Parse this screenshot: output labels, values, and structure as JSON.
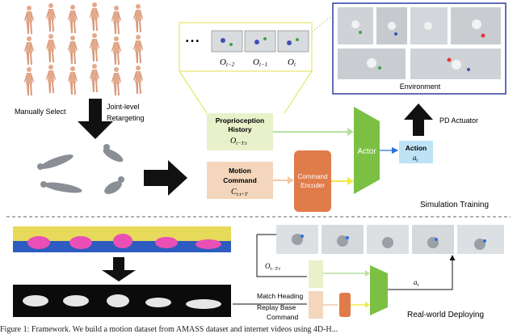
{
  "simulation": {
    "left_labels": {
      "manual_select": "Manually Select",
      "joint_level": "Joint-level",
      "retargeting": "Retargeting"
    },
    "observation": {
      "ellipsis": "• • •",
      "frames": [
        {
          "label": "O",
          "sub": "t−2"
        },
        {
          "label": "O",
          "sub": "t−1"
        },
        {
          "label": "O",
          "sub": "t"
        }
      ]
    },
    "proprioception": {
      "line1": "Proprioception",
      "line2": "History",
      "sym": "O",
      "sub": "t−T:t"
    },
    "motion": {
      "line1": "Motion",
      "line2": "Command",
      "sym": "C",
      "sub": "t:t+T"
    },
    "encoder": {
      "line1": "Command",
      "line2": "Encoder"
    },
    "actor": {
      "label": "Actor"
    },
    "action": {
      "label": "Action",
      "sym": "a",
      "sub": "t"
    },
    "pd": {
      "label": "PD Actuator"
    },
    "environment": {
      "label": "Environment"
    },
    "section_label": "Simulation Training"
  },
  "deployment": {
    "obs": {
      "sym": "O",
      "sub": "t−T:t"
    },
    "action": {
      "sym": "a",
      "sub": "t"
    },
    "match_heading": "Match Heading",
    "replay_base": "Replay Base",
    "command": "Command",
    "section_label": "Real-world Deploying"
  },
  "caption": "Figure 1: Framework. We build a motion dataset from AMASS dataset and internet videos using 4D-H...",
  "colors": {
    "skin": "#e3a98b",
    "prop_box": "#e8f1c9",
    "motion_box": "#f3d6bb",
    "encoder": "#e07b4a",
    "actor": "#7bc043",
    "action_box": "#bfe3f5",
    "env_border": "#2f3fa0",
    "obs_outline": "#e6e66a",
    "arrow_dark": "#111111",
    "arrow_light": "#f0c9a8",
    "arrow_yellow": "#f2e84a",
    "arrow_green": "#b6dfa0",
    "pink": "#e94fb5",
    "robot": "#9aa0a6"
  }
}
